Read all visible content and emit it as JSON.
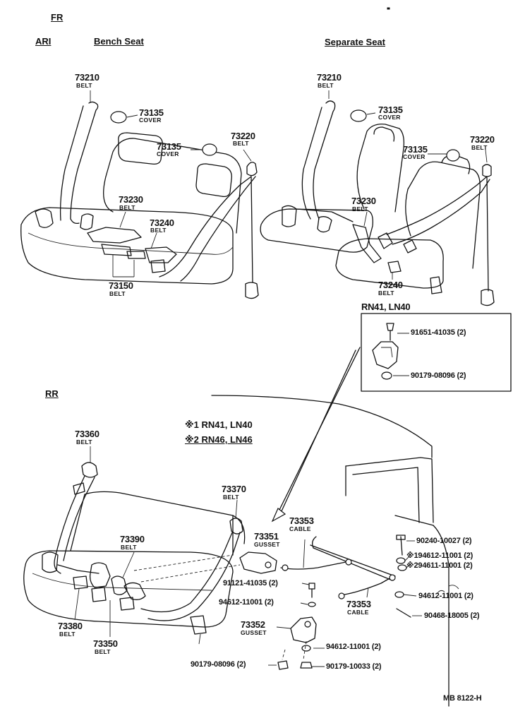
{
  "headers": {
    "fr": "FR",
    "ari": "ARI",
    "bench": "Bench Seat",
    "separate": "Separate Seat",
    "rr": "RR"
  },
  "models_box_title": "RN41, LN40",
  "notes": {
    "n1": "※1 RN41, LN40",
    "n2": "※2 RN46, LN46"
  },
  "bench_parts": [
    {
      "num": "73210",
      "sub": "BELT"
    },
    {
      "num": "73135",
      "sub": "COVER"
    },
    {
      "num": "73135",
      "sub": "COVER"
    },
    {
      "num": "73220",
      "sub": "BELT"
    },
    {
      "num": "73230",
      "sub": "BELT"
    },
    {
      "num": "73240",
      "sub": "BELT"
    },
    {
      "num": "73150",
      "sub": "BELT"
    }
  ],
  "separate_parts": [
    {
      "num": "73210",
      "sub": "BELT"
    },
    {
      "num": "73135",
      "sub": "COVER"
    },
    {
      "num": "73135",
      "sub": "COVER"
    },
    {
      "num": "73220",
      "sub": "BELT"
    },
    {
      "num": "73230",
      "sub": "BELT"
    },
    {
      "num": "73240",
      "sub": "BELT"
    }
  ],
  "box_parts": [
    "91651-41035 (2)",
    "90179-08096 (2)"
  ],
  "rear_parts": [
    {
      "num": "73360",
      "sub": "BELT"
    },
    {
      "num": "73370",
      "sub": "BELT"
    },
    {
      "num": "73390",
      "sub": "BELT"
    },
    {
      "num": "73380",
      "sub": "BELT"
    },
    {
      "num": "73350",
      "sub": "BELT"
    },
    {
      "num": "73351",
      "sub": "GUSSET"
    },
    {
      "num": "73353",
      "sub": "CABLE"
    },
    {
      "num": "73353",
      "sub": "CABLE"
    },
    {
      "num": "73352",
      "sub": "GUSSET"
    }
  ],
  "hardware": [
    "90240-10027 (2)",
    "※194612-11001 (2)",
    "※294611-11001 (2)",
    "94612-11001 (2)",
    "90468-18005 (2)",
    "91121-41035 (2)",
    "94612-11001 (2)",
    "94612-11001 (2)",
    "90179-08096 (2)",
    "90179-10033 (2)"
  ],
  "diagram_code": "MB 8122-H"
}
